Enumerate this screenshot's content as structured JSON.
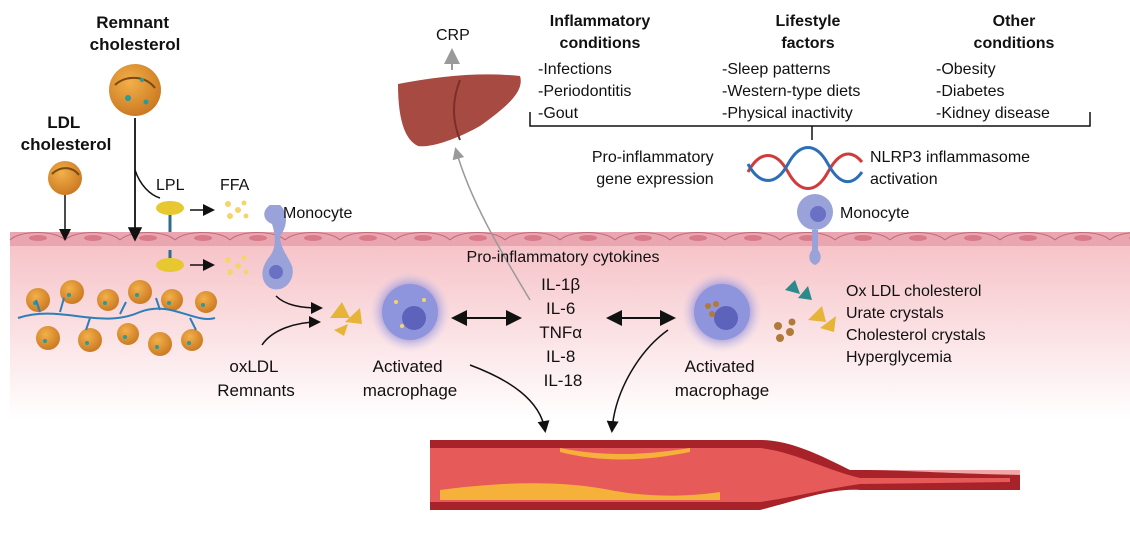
{
  "labels": {
    "remnant_cholesterol": [
      "Remnant",
      "cholesterol"
    ],
    "ldl_cholesterol": [
      "LDL",
      "cholesterol"
    ],
    "lpl": "LPL",
    "ffa": "FFA",
    "monocyte_left": "Monocyte",
    "monocyte_right": "Monocyte",
    "crp": "CRP",
    "oxldl": "oxLDL",
    "remnants": "Remnants",
    "activated_macrophage_left": [
      "Activated",
      "macrophage"
    ],
    "activated_macrophage_right": [
      "Activated",
      "macrophage"
    ]
  },
  "risk_groups": [
    {
      "heading": [
        "Inflammatory",
        "conditions"
      ],
      "items": [
        "-Infections",
        "-Periodontitis",
        "-Gout"
      ]
    },
    {
      "heading": [
        "Lifestyle",
        "factors"
      ],
      "items": [
        "-Sleep patterns",
        "-Western-type diets",
        "-Physical inactivity"
      ]
    },
    {
      "heading": [
        "Other",
        "conditions"
      ],
      "items": [
        "-Obesity",
        "-Diabetes",
        "-Kidney disease"
      ]
    }
  ],
  "gene_expression": [
    "Pro-inflammatory",
    "gene expression"
  ],
  "nlrp3": [
    "NLRP3 inflammasome",
    "activation"
  ],
  "cytokines": {
    "title": "Pro-inflammatory cytokines",
    "items": [
      "IL-1β",
      "IL-6",
      "TNFα",
      "IL-8",
      "IL-18"
    ]
  },
  "triggers": [
    "Ox LDL cholesterol",
    "Urate crystals",
    "Cholesterol crystals",
    "Hyperglycemia"
  ],
  "colors": {
    "endothelium": "#e9a6b0",
    "intima_gradient_top": "#f7c9cd",
    "artery_wall": "#a8222a",
    "lumen": "#e65a5a",
    "plaque": "#f5b13a",
    "liver": "#a64a42",
    "lipoprotein": "#d98a2a",
    "macrophage": "#7a7fcf",
    "monocyte": "#9aa3d9",
    "enzyme": "#e7c830"
  }
}
